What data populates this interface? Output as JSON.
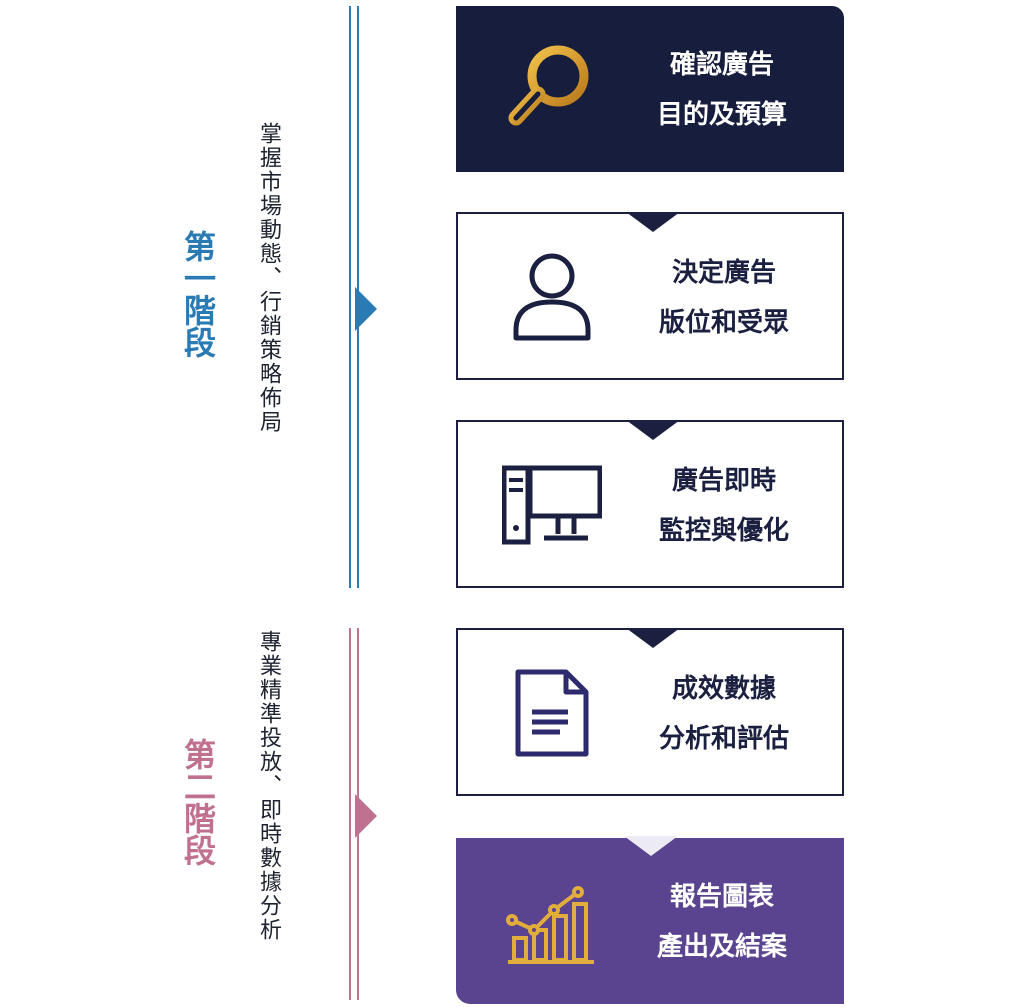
{
  "phase1": {
    "label": "第一階段",
    "description": "掌握市場動態、行銷策略佈局",
    "color": "#2a7bb4"
  },
  "phase2": {
    "label": "第二階段",
    "description": "專業精準投放、即時數據分析",
    "color": "#c0718f"
  },
  "steps": [
    {
      "line1": "確認廣告",
      "line2": "目的及預算",
      "icon": "magnifier-icon",
      "style": "dark"
    },
    {
      "line1": "決定廣告",
      "line2": "版位和受眾",
      "icon": "user-icon",
      "style": "outline"
    },
    {
      "line1": "廣告即時",
      "line2": "監控與優化",
      "icon": "computer-icon",
      "style": "outline"
    },
    {
      "line1": "成效數據",
      "line2": "分析和評估",
      "icon": "document-icon",
      "style": "outline"
    },
    {
      "line1": "報告圖表",
      "line2": "產出及結案",
      "icon": "growth-chart-icon",
      "style": "purple"
    }
  ],
  "colors": {
    "navy": "#161d3d",
    "purple": "#5a448f",
    "gold": "#d9a520"
  }
}
